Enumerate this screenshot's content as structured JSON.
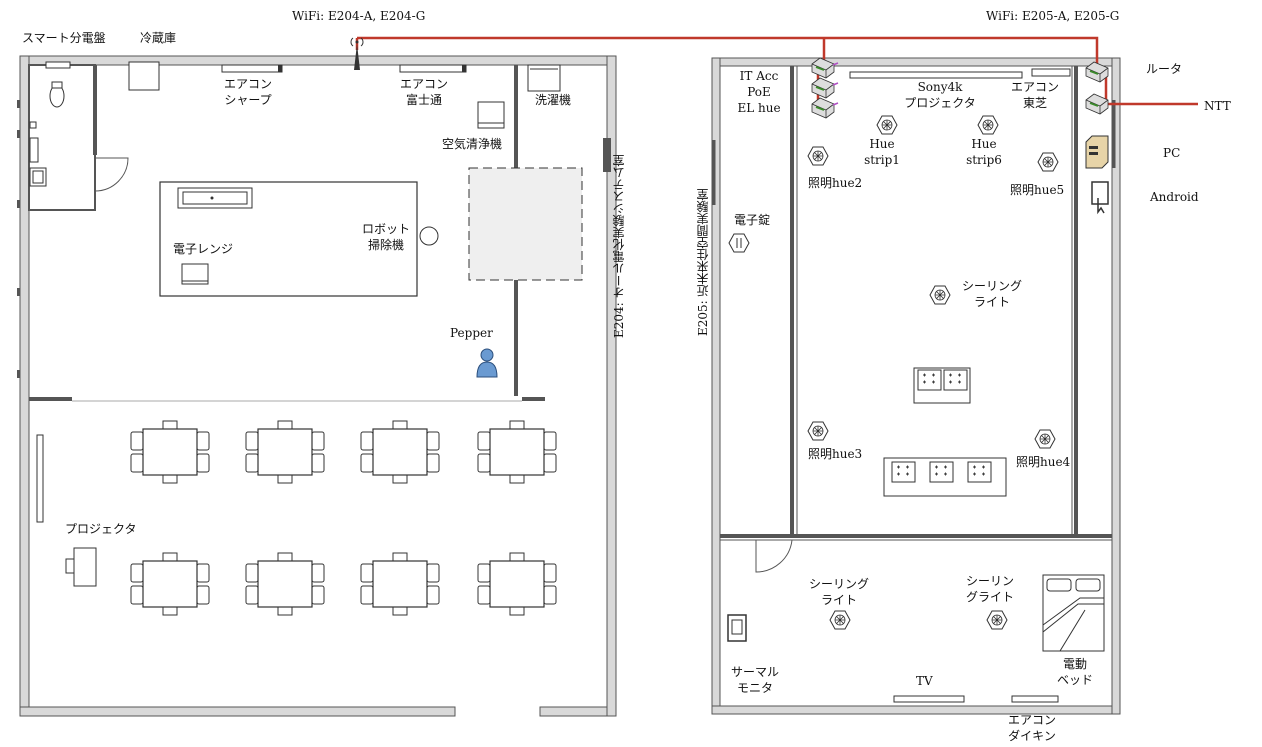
{
  "wifi": {
    "left": "WiFi: E204-A, E204-G",
    "right": "WiFi: E205-A, E205-G"
  },
  "colors": {
    "network_line": "#c0392b",
    "wall": "#555555",
    "wall_fill": "#d9d9d9"
  },
  "e204": {
    "room_name": "E204: オール電化実験システム室",
    "smart_panel": "スマート分電盤",
    "fridge": "冷蔵庫",
    "aircon_sharp": [
      "エアコン",
      "シャープ"
    ],
    "aircon_fujitsu": [
      "エアコン",
      "富士通"
    ],
    "washer": "洗濯機",
    "air_purifier": "空気清浄機",
    "microwave": "電子レンジ",
    "robot_cleaner": [
      "ロボット",
      "掃除機"
    ],
    "pepper": "Pepper",
    "projector": "プロジェクタ"
  },
  "e205": {
    "room_name": "E205: 近未来住空間実験室",
    "itacc": [
      "IT Acc",
      "PoE",
      "EL hue"
    ],
    "projector": [
      "Sony4k",
      "プロジェクタ"
    ],
    "aircon_toshiba": [
      "エアコン",
      "東芝"
    ],
    "router": "ルータ",
    "ntt": "NTT",
    "pc": "PC",
    "android": "Android",
    "hue_strip1": [
      "Hue",
      "strip1"
    ],
    "hue_strip6": [
      "Hue",
      "strip6"
    ],
    "hue2": "照明hue2",
    "hue5": "照明hue5",
    "hue3": "照明hue3",
    "hue4": "照明hue4",
    "e_lock": "電子錠",
    "ceiling_light_main": [
      "シーリング",
      "ライト"
    ],
    "ceiling_light_a": [
      "シーリング",
      "ライト"
    ],
    "ceiling_light_b": [
      "シーリン",
      "グライト"
    ],
    "thermal_monitor": [
      "サーマル",
      "モニタ"
    ],
    "tv": "TV",
    "bed": [
      "電動",
      "ベッド"
    ],
    "aircon_daikin": [
      "エアコン",
      "ダイキン"
    ]
  },
  "icons": [
    "wifi-antenna-icon",
    "lamp-icon",
    "sofa-icon",
    "bed-icon",
    "pc-icon",
    "monitor-icon",
    "person-icon",
    "network-switch-icon",
    "lock-icon"
  ]
}
